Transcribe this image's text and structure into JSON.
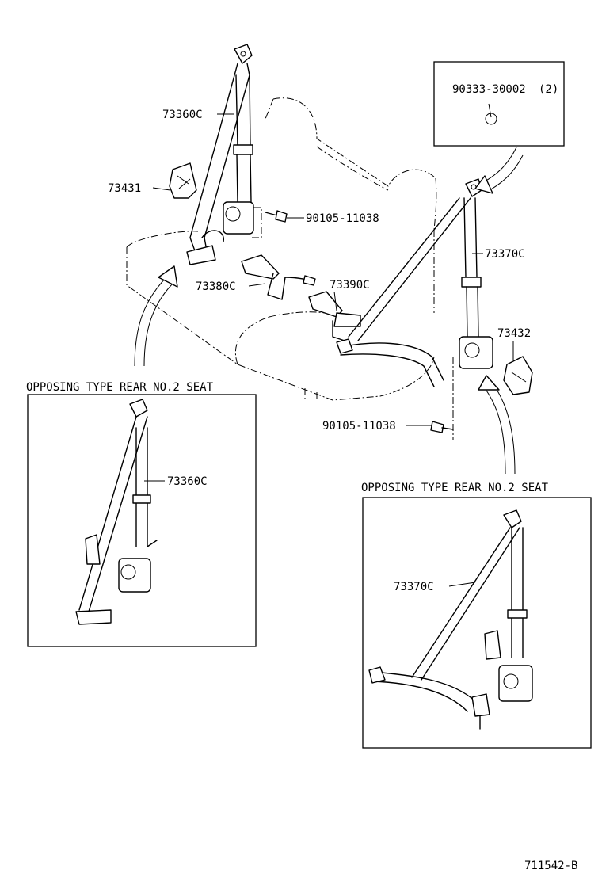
{
  "diagram_id": "711542-B",
  "inset_parts": {
    "label": "90333-30002",
    "qty": "(2)"
  },
  "part_numbers": {
    "belt_rh_top": "73360C",
    "cover_left": "73431",
    "bolt_upper": "90105-11038",
    "belt_lh_top": "73370C",
    "buckle_left": "73380C",
    "buckle_center": "73390C",
    "cover_right": "73432",
    "bolt_lower": "90105-11038",
    "inset_left_belt": "73360C",
    "inset_right_belt": "73370C"
  },
  "insets": {
    "left_title": "OPPOSING TYPE REAR NO.2 SEAT",
    "right_title": "OPPOSING TYPE REAR NO.2 SEAT"
  }
}
